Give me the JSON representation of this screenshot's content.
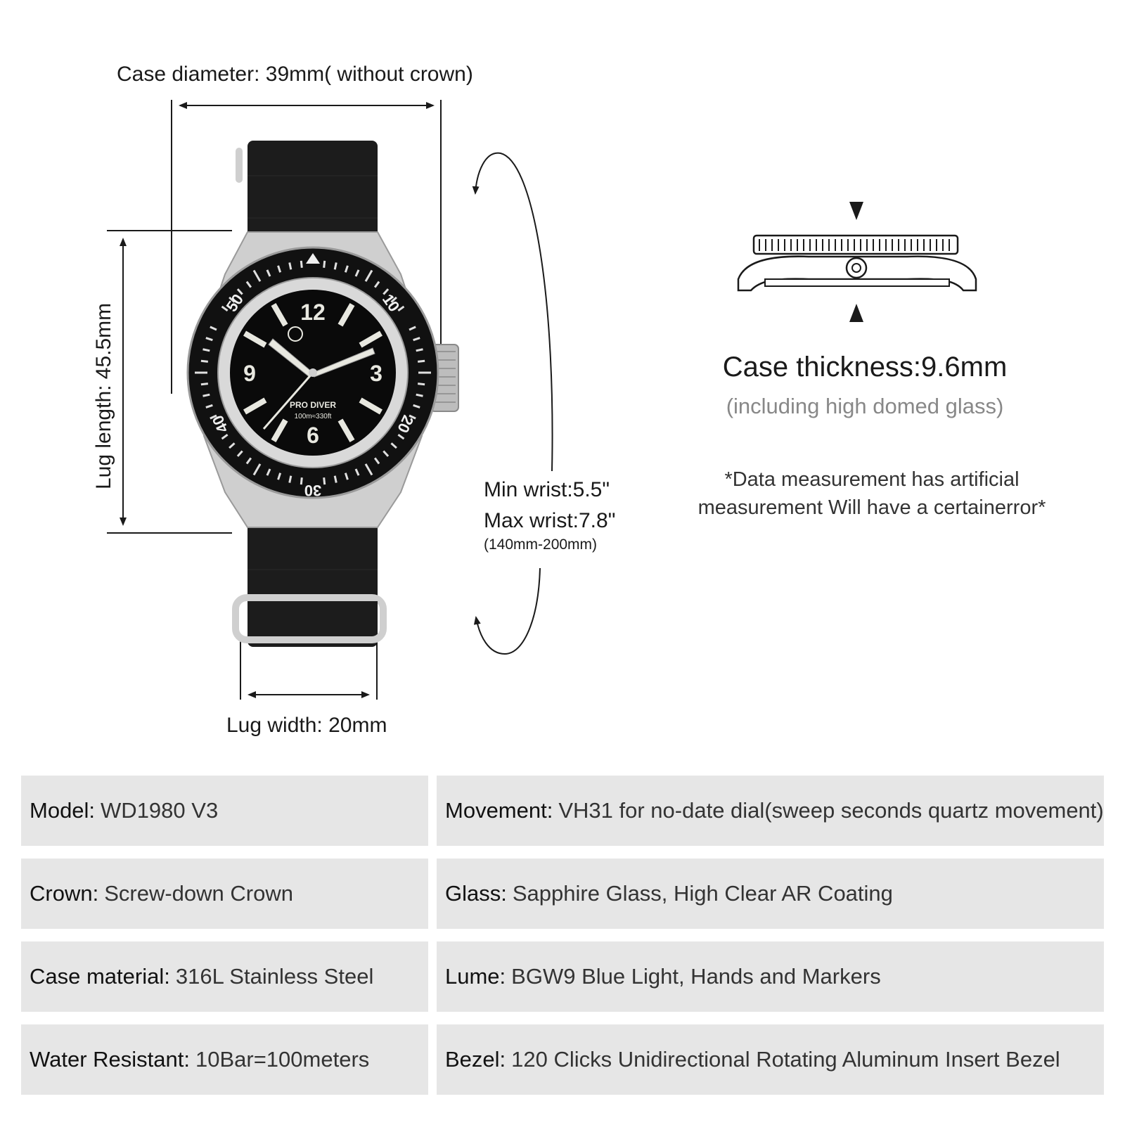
{
  "dimensions": {
    "case_diameter": "Case diameter: 39mm( without crown)",
    "lug_length": "Lug length: 45.5mm",
    "lug_width": "Lug width: 20mm",
    "min_wrist": "Min wrist:5.5\"",
    "max_wrist": "Max wrist:7.8\"",
    "wrist_range": "(140mm-200mm)"
  },
  "thickness": {
    "title": "Case thickness:9.6mm",
    "subtitle": "(including high domed glass)"
  },
  "note": {
    "line1": "*Data measurement has artificial",
    "line2": "measurement Will have a certainerror*"
  },
  "watch": {
    "dial_text": "PRO DIVER",
    "dial_depth": "100m≈330ft",
    "numerals": [
      "12",
      "3",
      "6",
      "9"
    ],
    "bezel_numbers": [
      "10",
      "20",
      "30",
      "40",
      "50"
    ],
    "strap_color": "#1c1c1c",
    "steel_color": "#cfcfcf",
    "dial_color": "#0a0a0a"
  },
  "specs": [
    {
      "key": "Model:",
      "value": "WD1980 V3"
    },
    {
      "key": "Movement:",
      "value": "VH31 for no-date dial(sweep seconds quartz movement)"
    },
    {
      "key": "Crown:",
      "value": "Screw-down Crown"
    },
    {
      "key": "Glass:",
      "value": "Sapphire Glass, High Clear AR Coating"
    },
    {
      "key": "Case material:",
      "value": "316L Stainless Steel"
    },
    {
      "key": "Lume:",
      "value": "BGW9 Blue Light, Hands and Markers"
    },
    {
      "key": "Water Resistant:",
      "value": "10Bar=100meters"
    },
    {
      "key": "Bezel:",
      "value": "120 Clicks Unidirectional Rotating Aluminum Insert Bezel"
    }
  ]
}
